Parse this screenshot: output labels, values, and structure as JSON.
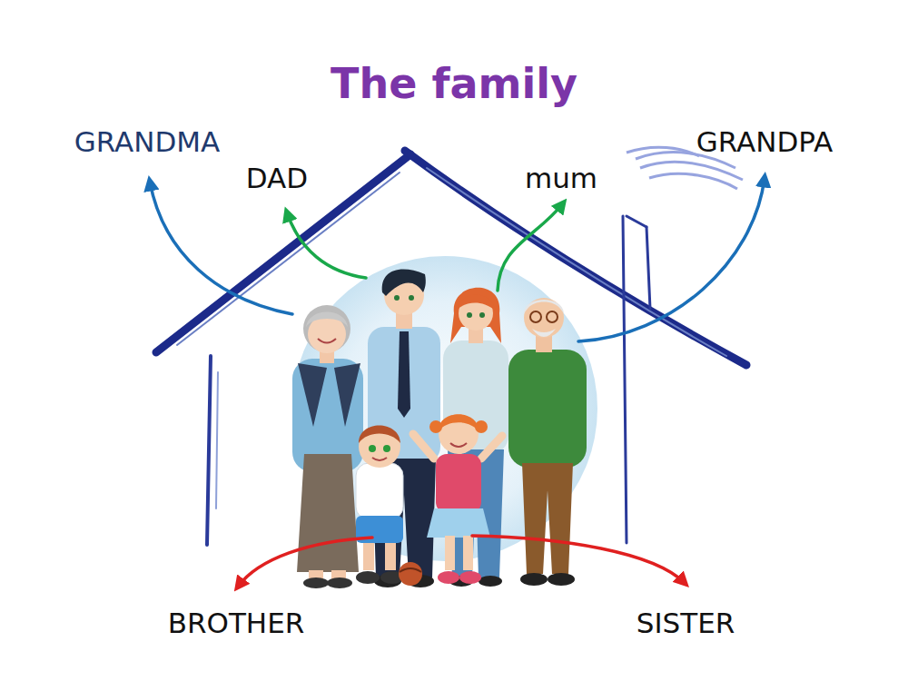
{
  "diagram": {
    "title": "The family",
    "labels": [
      "GRANDMA",
      "DAD",
      "mum",
      "GRANDPA",
      "BROTHER",
      "SISTER"
    ]
  }
}
